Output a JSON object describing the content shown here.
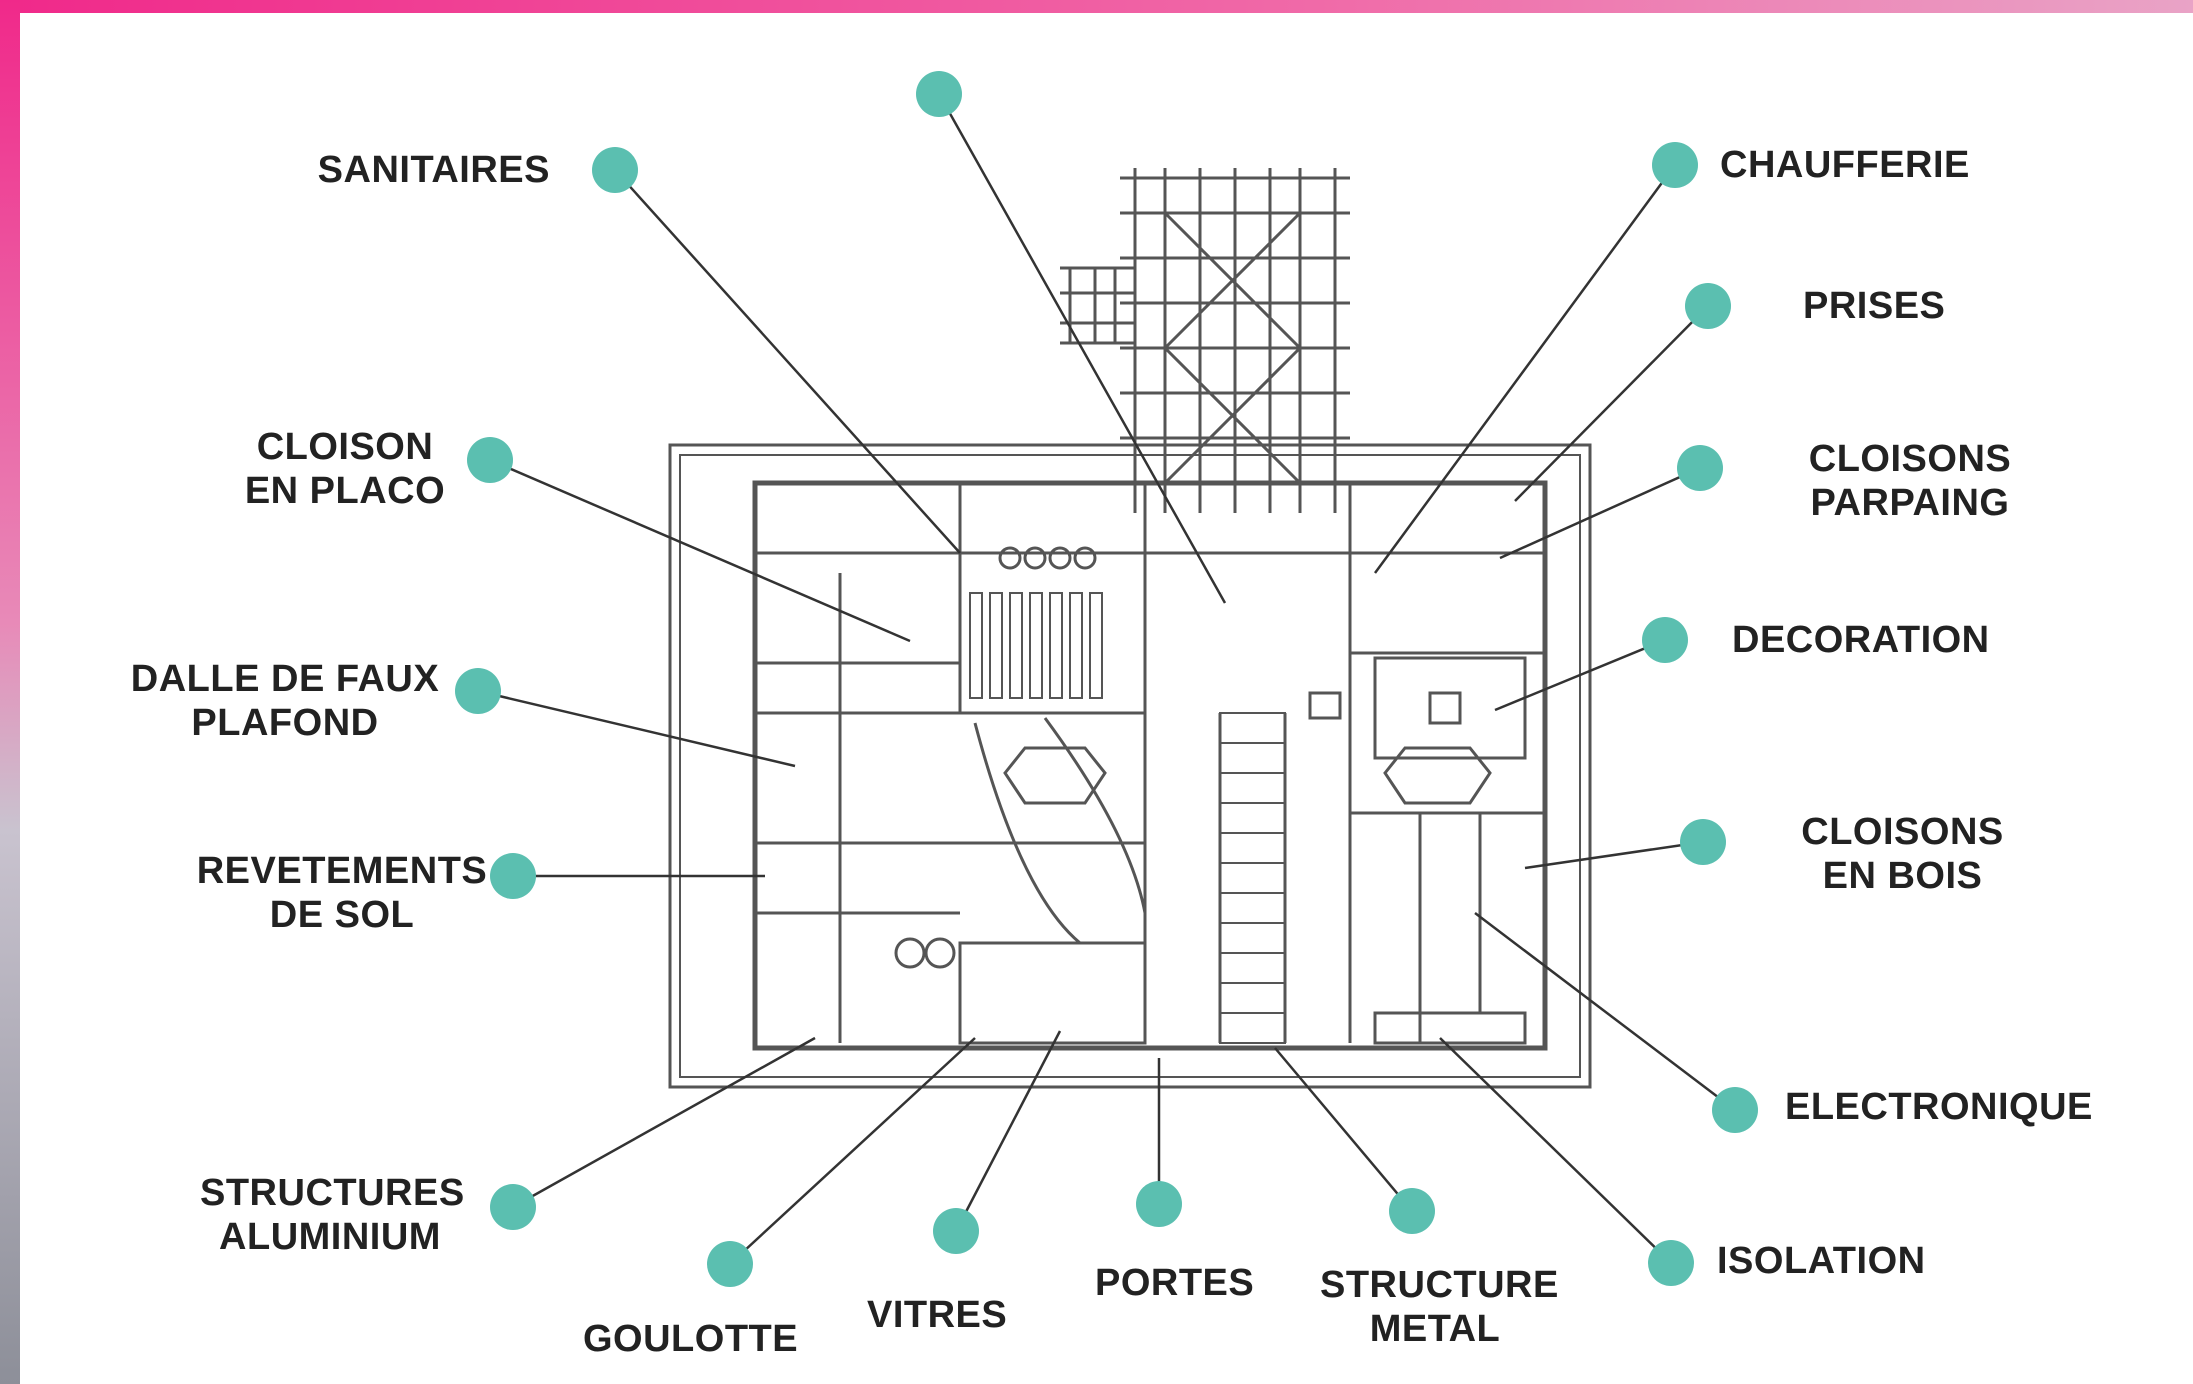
{
  "colors": {
    "accent": "#5bbfb0",
    "frame": "#f0298a",
    "line": "#333333",
    "plan": "#555555"
  },
  "labels": {
    "sanitaires": "SANITAIRES",
    "chaufferie": "CHAUFFERIE",
    "prises": "PRISES",
    "cloison_placo": [
      "CLOISON",
      "EN PLACO"
    ],
    "cloisons_parpaing": [
      "CLOISONS",
      "PARPAING"
    ],
    "dalle_faux_plafond": [
      "DALLE DE FAUX",
      "PLAFOND"
    ],
    "decoration": "DECORATION",
    "revetements_sol": [
      "REVETEMENTS",
      "DE SOL"
    ],
    "cloisons_bois": [
      "CLOISONS",
      "EN BOIS"
    ],
    "electronique": "ELECTRONIQUE",
    "structures_aluminium": [
      "STRUCTURES",
      "ALUMINIUM"
    ],
    "goulotte": "GOULOTTE",
    "vitres": "VITRES",
    "portes": "PORTES",
    "structure_metal": [
      "STRUCTURE",
      "METAL"
    ],
    "isolation": "ISOLATION"
  }
}
